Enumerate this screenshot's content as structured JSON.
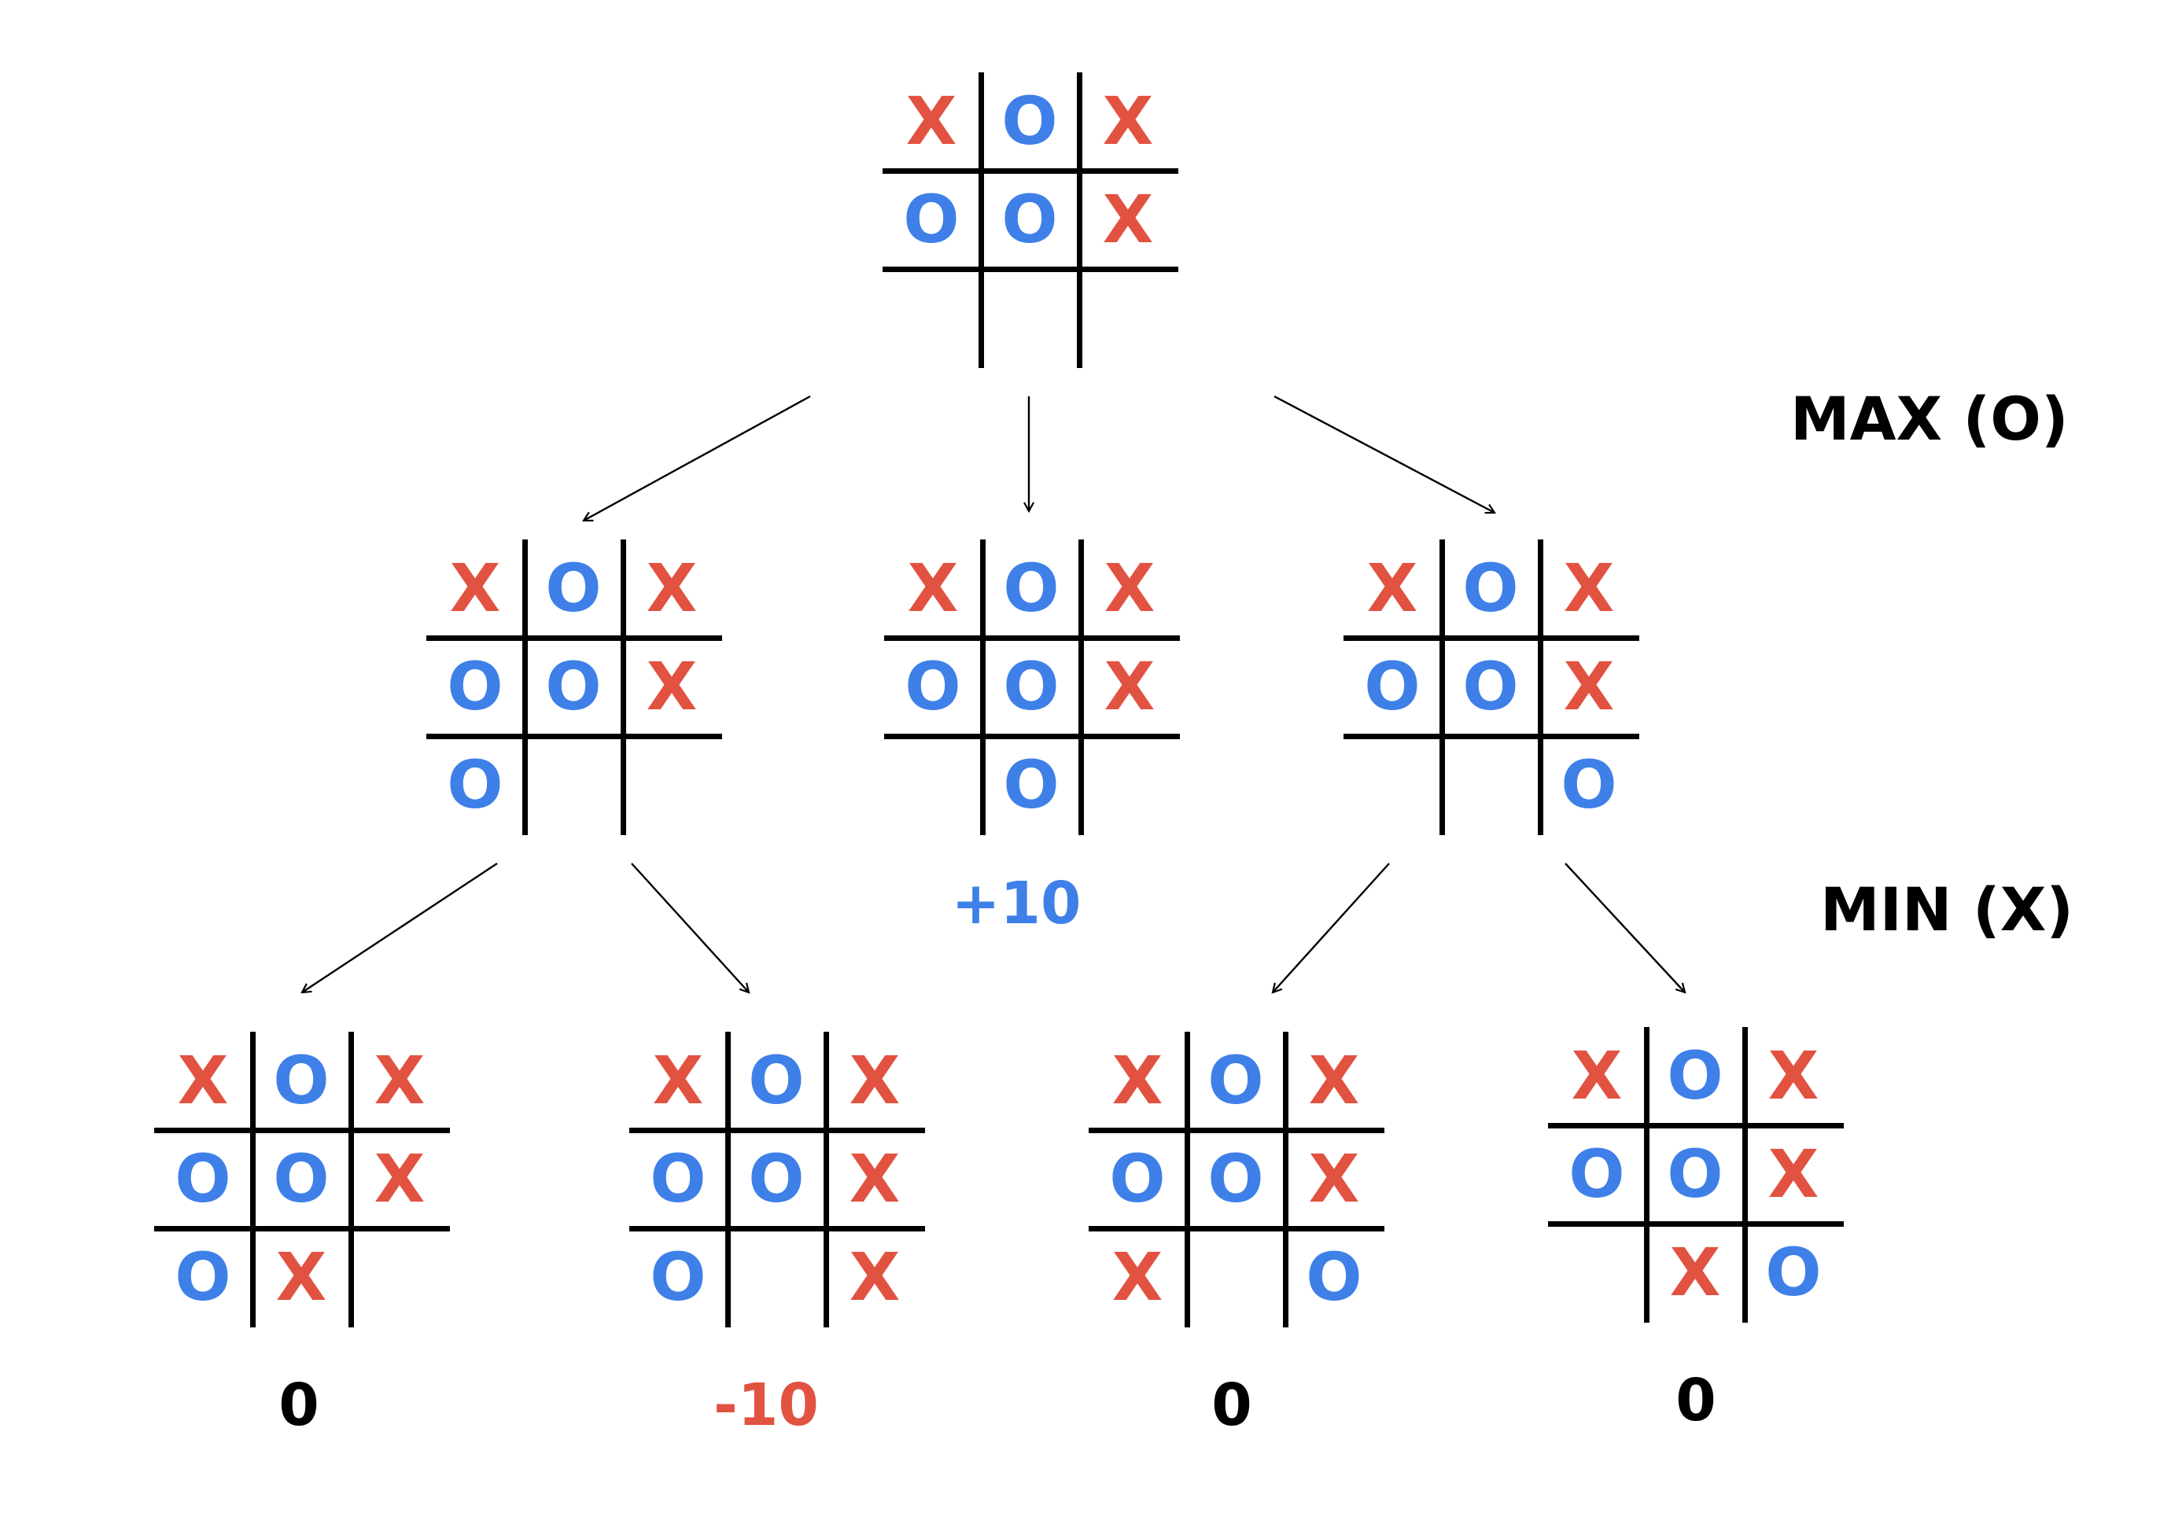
{
  "colors": {
    "x": "#e25241",
    "o": "#3e80e8",
    "neutral": "#000000",
    "lines": "#000000"
  },
  "levels": {
    "max_label": "MAX (O)",
    "min_label": "MIN (X)"
  },
  "boards": {
    "root": {
      "cells": [
        "X",
        "O",
        "X",
        "O",
        "O",
        "X",
        "",
        "",
        ""
      ]
    },
    "mid_left": {
      "cells": [
        "X",
        "O",
        "X",
        "O",
        "O",
        "X",
        "O",
        "",
        ""
      ]
    },
    "mid_center": {
      "cells": [
        "X",
        "O",
        "X",
        "O",
        "O",
        "X",
        "",
        "O",
        ""
      ],
      "score": "+10",
      "score_color": "o"
    },
    "mid_right": {
      "cells": [
        "X",
        "O",
        "X",
        "O",
        "O",
        "X",
        "",
        "",
        "O"
      ]
    },
    "leaf_1": {
      "cells": [
        "X",
        "O",
        "X",
        "O",
        "O",
        "X",
        "O",
        "X",
        ""
      ],
      "score": "0",
      "score_color": "neutral"
    },
    "leaf_2": {
      "cells": [
        "X",
        "O",
        "X",
        "O",
        "O",
        "X",
        "O",
        "",
        "X"
      ],
      "score": "-10",
      "score_color": "x"
    },
    "leaf_3": {
      "cells": [
        "X",
        "O",
        "X",
        "O",
        "O",
        "X",
        "X",
        "",
        "O"
      ],
      "score": "0",
      "score_color": "neutral"
    },
    "leaf_4": {
      "cells": [
        "X",
        "O",
        "X",
        "O",
        "O",
        "X",
        "",
        "X",
        "O"
      ],
      "score": "0",
      "score_color": "neutral"
    }
  }
}
